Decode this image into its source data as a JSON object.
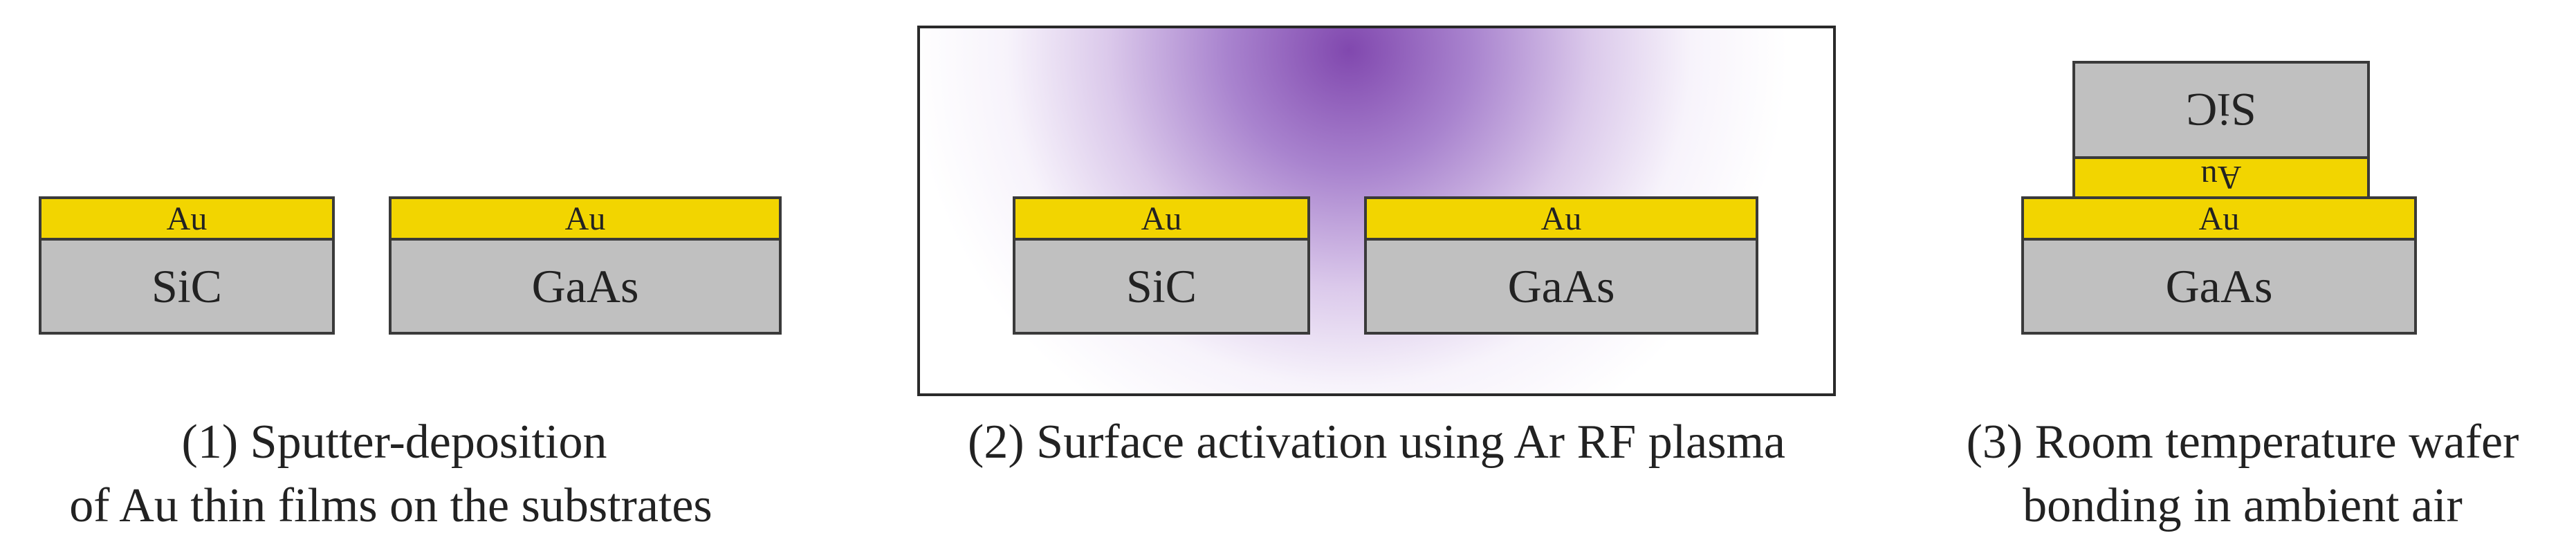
{
  "step1": {
    "left_stack": {
      "film": "Au",
      "substrate": "SiC"
    },
    "right_stack": {
      "film": "Au",
      "substrate": "GaAs"
    },
    "caption_line1": "(1)   Sputter-deposition",
    "caption_line2": "of Au thin films on the substrates"
  },
  "step2": {
    "left_stack": {
      "film": "Au",
      "substrate": "SiC"
    },
    "right_stack": {
      "film": "Au",
      "substrate": "GaAs"
    },
    "plasma_color": "#7a3eaa",
    "caption_line1": "(2) Surface activation using Ar RF plasma"
  },
  "step3": {
    "top_substrate": "SiC",
    "top_film": "Au",
    "bottom_film": "Au",
    "bottom_substrate": "GaAs",
    "caption_line1": "(3) Room temperature wafer",
    "caption_line2": "bonding in ambient air"
  },
  "colors": {
    "gold": "#f2d500",
    "substrate_gray": "#c0c0c0",
    "outline": "#3a3a3a"
  }
}
